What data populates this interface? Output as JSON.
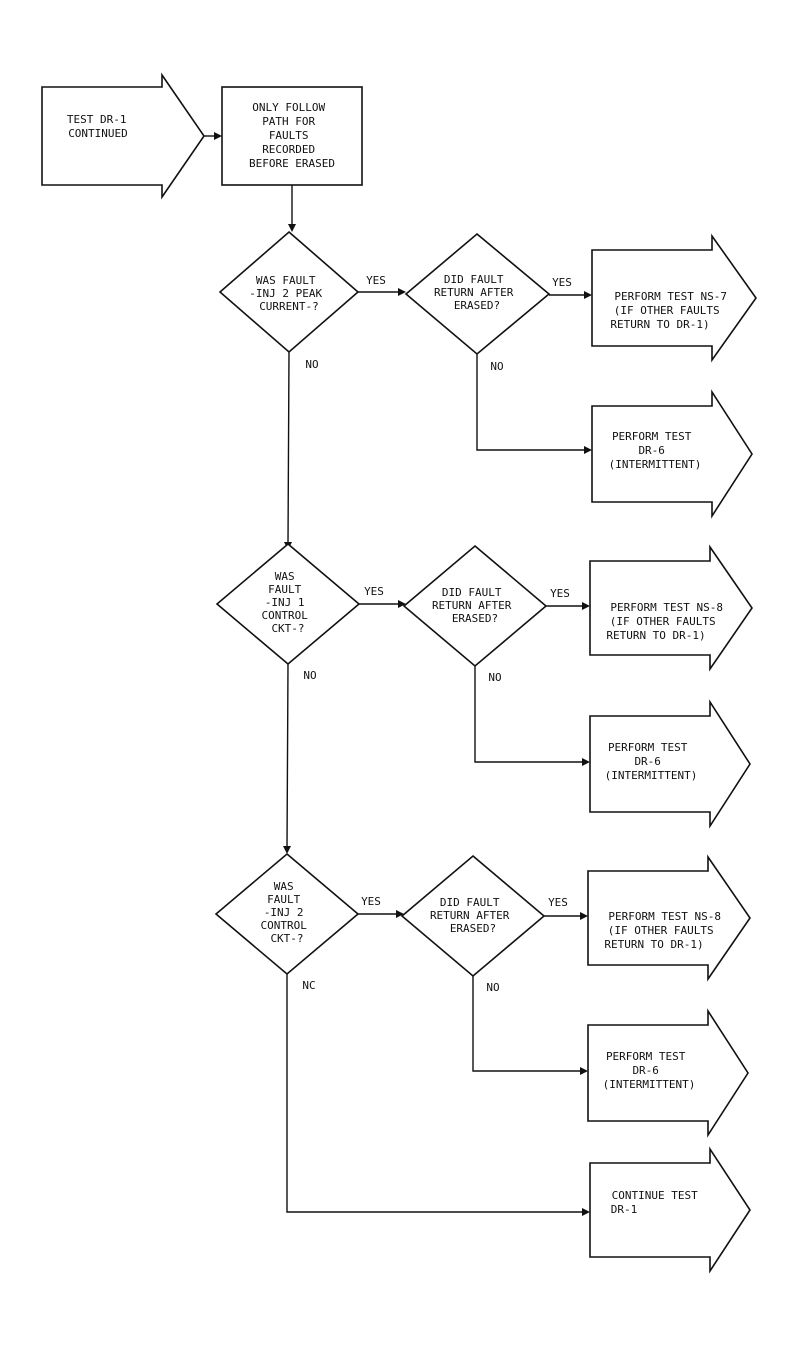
{
  "colors": {
    "ink": "#111111",
    "paper": "#ffffff"
  },
  "start": {
    "lines": [
      "TEST DR-1",
      "CONTINUED"
    ]
  },
  "note": {
    "lines": [
      "ONLY FOLLOW",
      "PATH FOR",
      "FAULTS",
      "RECORDED",
      "BEFORE ERASED"
    ]
  },
  "labels": {
    "yes": "YES",
    "no": "NO",
    "no_last": "NC"
  },
  "sections": [
    {
      "question": [
        "WAS FAULT",
        "-INJ 2 PEAK",
        "CURRENT-?"
      ],
      "recheck": [
        "DID FAULT",
        "RETURN AFTER",
        "ERASED?"
      ],
      "yes_action": [
        "PERFORM TEST NS-7",
        "(IF OTHER FAULTS",
        "RETURN TO DR-1)"
      ],
      "no_action": [
        "PERFORM TEST",
        "DR-6",
        "(INTERMITTENT)"
      ]
    },
    {
      "question": [
        "WAS",
        "FAULT",
        "-INJ 1",
        "CONTROL",
        "CKT-?"
      ],
      "recheck": [
        "DID FAULT",
        "RETURN AFTER",
        "ERASED?"
      ],
      "yes_action": [
        "PERFORM TEST NS-8",
        "(IF OTHER FAULTS",
        "RETURN TO DR-1)"
      ],
      "no_action": [
        "PERFORM TEST",
        "DR-6",
        "(INTERMITTENT)"
      ]
    },
    {
      "question": [
        "WAS",
        "FAULT",
        "-INJ 2",
        "CONTROL",
        "CKT-?"
      ],
      "recheck": [
        "DID FAULT",
        "RETURN AFTER",
        "ERASED?"
      ],
      "yes_action": [
        "PERFORM TEST NS-8",
        "(IF OTHER FAULTS",
        "RETURN TO DR-1)"
      ],
      "no_action": [
        "PERFORM TEST",
        "DR-6",
        "(INTERMITTENT)"
      ]
    }
  ],
  "end": {
    "lines": [
      "CONTINUE TEST",
      "DR-1"
    ]
  }
}
